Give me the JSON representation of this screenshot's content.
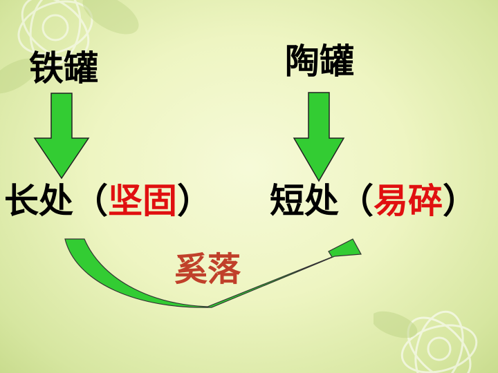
{
  "slide": {
    "left_top": "铁罐",
    "right_top": "陶罐",
    "left_feature": "长处",
    "left_paren_open": "（",
    "left_quality": "坚固",
    "left_paren_close": "）",
    "right_feature": "短处",
    "right_paren_open": "（",
    "right_quality": "易碎",
    "right_paren_close": "）",
    "bottom_word": "奚落"
  },
  "colors": {
    "arrow_green": "#33cc33",
    "quality_red": "#e01010",
    "bottom_word_color": "#c0402a"
  }
}
